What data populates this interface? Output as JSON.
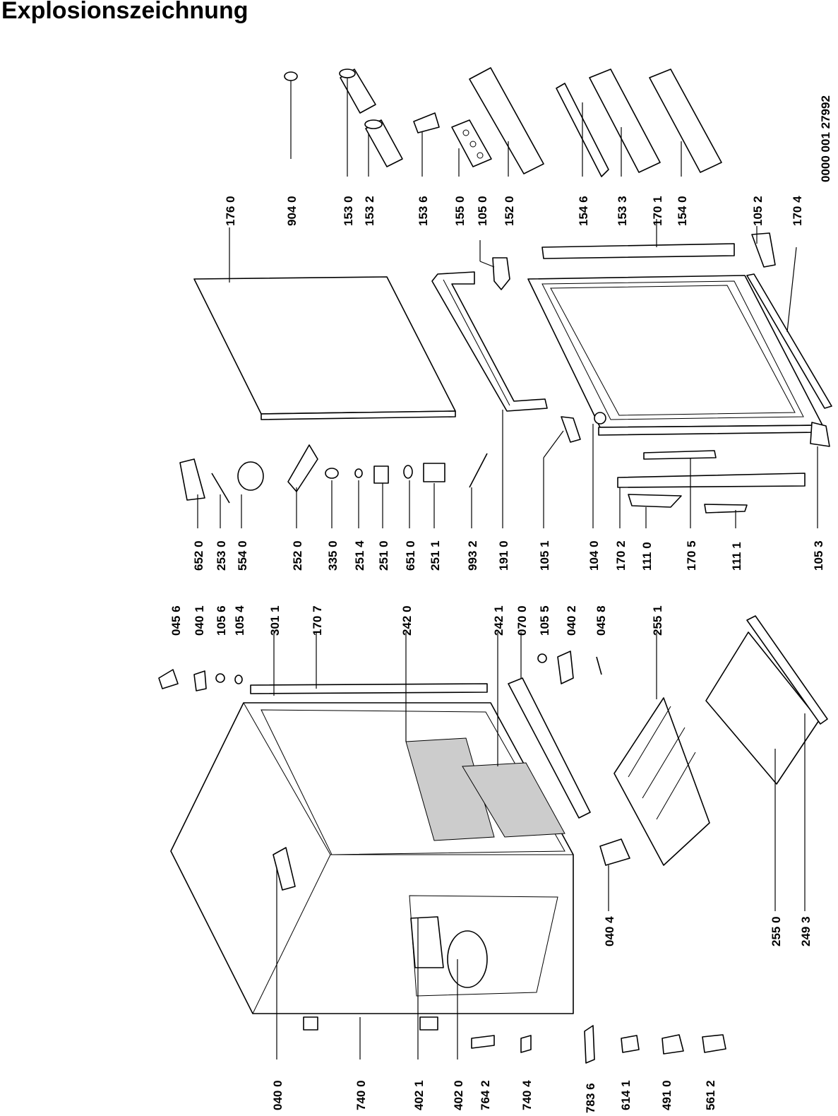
{
  "title": "Explosionszeichnung",
  "document_number": "0000 001 27992",
  "parts": [
    "176 0",
    "904 0",
    "153 0",
    "153 2",
    "153 6",
    "155 0",
    "105 0",
    "152 0",
    "154 6",
    "153 3",
    "170 1",
    "154 0",
    "105 2",
    "170 4",
    "652 0",
    "253 0",
    "554 0",
    "252 0",
    "335 0",
    "251 4",
    "251 0",
    "651 0",
    "251 1",
    "993 2",
    "191 0",
    "105 1",
    "104 0",
    "170 2",
    "111 0",
    "170 5",
    "111 1",
    "105 3",
    "045 6",
    "040 1",
    "105 6",
    "105 4",
    "301 1",
    "170 7",
    "242 0",
    "242 1",
    "070 0",
    "105 5",
    "040 2",
    "045 8",
    "255 1",
    "040 4",
    "255 0",
    "249 3",
    "040 0",
    "740 0",
    "402 1",
    "402 0",
    "764 2",
    "740 4",
    "783 6",
    "614 1",
    "491 0",
    "561 2"
  ]
}
